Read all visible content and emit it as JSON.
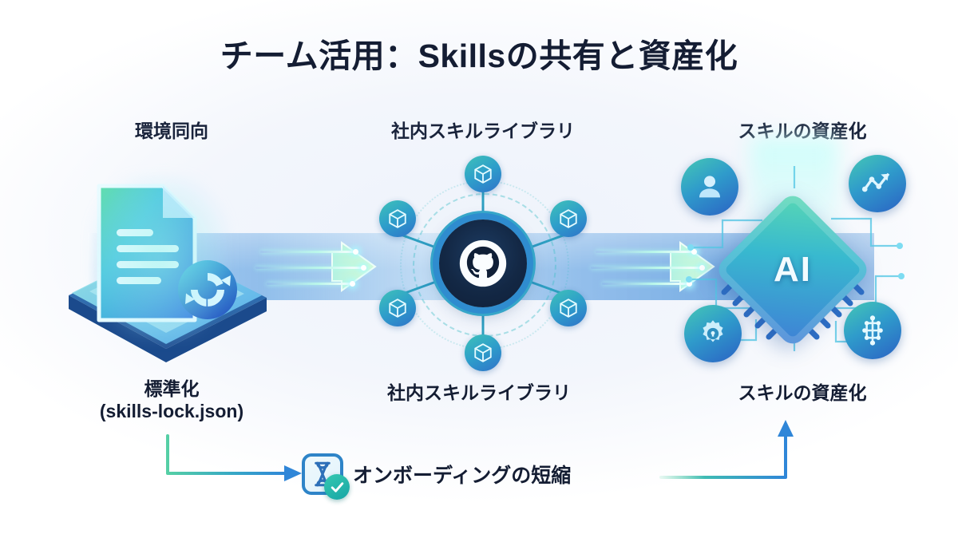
{
  "title": "チーム活用：Skillsの共有と資産化",
  "colors": {
    "title_color": "#141d33",
    "label_color": "#19233b",
    "band_blue": "#78b0e6",
    "arrow_mint": "#c8f6cf",
    "node_teal": "#3fc2b8",
    "node_blue": "#2f72c9",
    "hub_dark": "#132845",
    "connector_teal": "#3cc0a8",
    "connector_blue": "#2f86d8",
    "check_teal": "#17a5a6",
    "background": "#f4f7fc"
  },
  "stages": [
    {
      "id": "standardization",
      "top_label": "環境同向",
      "bottom_label_line1": "標準化",
      "bottom_label_line2": "(skills-lock.json)",
      "icons": [
        "document-icon",
        "sync-refresh-icon",
        "isometric-platform-icon"
      ]
    },
    {
      "id": "skill-library",
      "top_label": "社内スキルライブラリ",
      "bottom_label_line1": "社内スキルライブラリ",
      "bottom_label_line2": "",
      "icons": [
        "github-octocat-icon",
        "package-cube-icon"
      ],
      "node_count": 6
    },
    {
      "id": "skill-asset",
      "top_label": "スキルの資産化",
      "bottom_label_line1": "スキルの資産化",
      "bottom_label_line2": "",
      "chip_label": "AI",
      "icons": [
        "ai-chip-icon",
        "user-person-icon",
        "growth-chart-icon",
        "gear-lock-icon",
        "neural-network-icon"
      ]
    }
  ],
  "flow_arrows": [
    {
      "id": "arrow-standardization-to-library",
      "direction": "right"
    },
    {
      "id": "arrow-library-to-asset",
      "direction": "right"
    }
  ],
  "callout": {
    "text": "オンボーディングの短縮",
    "icon": "hourglass-icon",
    "badge_icon": "check-circle-icon"
  },
  "connectors": [
    {
      "id": "connector-standardization-to-callout",
      "direction": "right"
    },
    {
      "id": "connector-callout-to-asset",
      "direction": "up"
    }
  ]
}
